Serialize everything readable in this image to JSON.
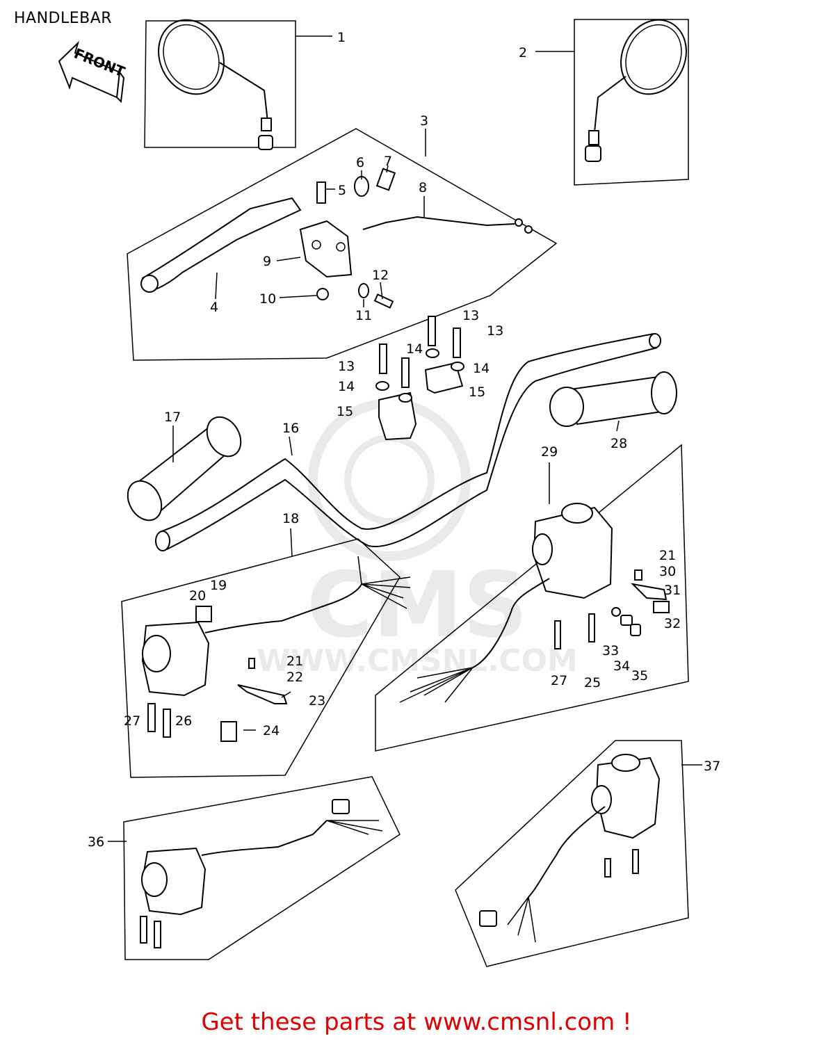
{
  "title": "HANDLEBAR",
  "front_label": "FRONT",
  "watermark": {
    "brand": "CMS",
    "url": "WWW.CMSNL.COM"
  },
  "footer": "Get these parts at www.cmsnl.com !",
  "callouts": [
    "1",
    "2",
    "3",
    "4",
    "5",
    "6",
    "7",
    "8",
    "9",
    "10",
    "11",
    "12",
    "13",
    "13",
    "13",
    "14",
    "14",
    "14",
    "15",
    "15",
    "16",
    "17",
    "18",
    "19",
    "20",
    "21",
    "21",
    "22",
    "23",
    "24",
    "25",
    "26",
    "27",
    "27",
    "28",
    "29",
    "30",
    "31",
    "32",
    "33",
    "34",
    "35",
    "36",
    "37"
  ],
  "colors": {
    "footer": "#e10000",
    "watermark": "#d9d9d9",
    "ink": "#000000"
  }
}
